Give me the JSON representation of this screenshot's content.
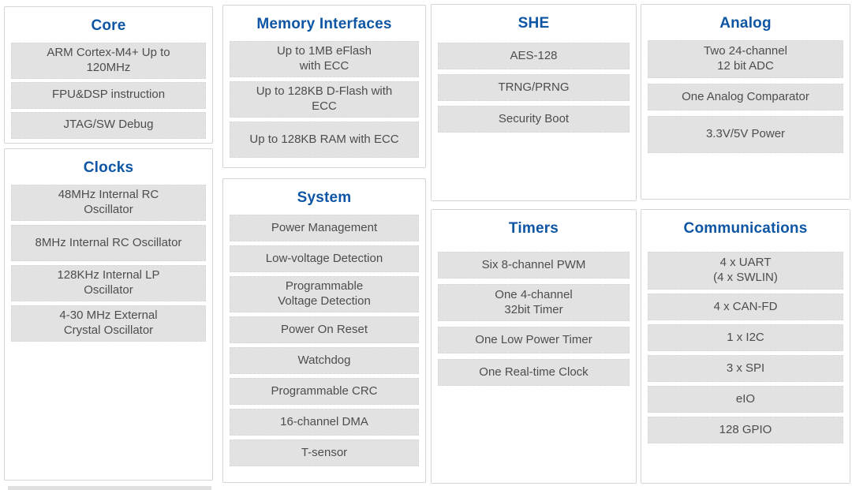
{
  "diagram": {
    "description": "MCU feature block diagram",
    "colors": {
      "title_blue": "#0e56a4",
      "item_background": "#e2e2e2",
      "item_text": "#4d4d4d",
      "panel_border": "#d5d5d5"
    }
  },
  "panels": [
    {
      "title": "Core",
      "items": [
        "ARM Cortex-M4+ Up to\n120MHz",
        "FPU&DSP instruction",
        "JTAG/SW Debug"
      ]
    },
    {
      "title": "Clocks",
      "items": [
        "48MHz Internal RC\nOscillator",
        "8MHz Internal RC Oscillator",
        "128KHz Internal LP\nOscillator",
        "4-30 MHz External\nCrystal Oscillator"
      ]
    },
    {
      "title": "Memory Interfaces",
      "items": [
        "Up to 1MB eFlash\nwith ECC",
        "Up to 128KB D-Flash with\nECC",
        "Up to 128KB RAM with ECC"
      ]
    },
    {
      "title": "System",
      "items": [
        "Power Management",
        "Low-voltage Detection",
        "Programmable\nVoltage Detection",
        "Power On Reset",
        "Watchdog",
        "Programmable CRC",
        "16-channel DMA",
        "T-sensor"
      ]
    },
    {
      "title": "SHE",
      "items": [
        "AES-128",
        "TRNG/PRNG",
        "Security Boot"
      ]
    },
    {
      "title": "Timers",
      "items": [
        "Six 8-channel PWM",
        "One 4-channel\n32bit Timer",
        "One Low Power Timer",
        "One Real-time Clock"
      ]
    },
    {
      "title": "Analog",
      "items": [
        "Two 24-channel\n12 bit ADC",
        "One Analog Comparator",
        "3.3V/5V Power"
      ]
    },
    {
      "title": "Communications",
      "items": [
        "4 x UART\n(4 x SWLIN)",
        "4 x CAN-FD",
        "1 x I2C",
        "3 x SPI",
        "eIO",
        "128 GPIO"
      ]
    }
  ]
}
